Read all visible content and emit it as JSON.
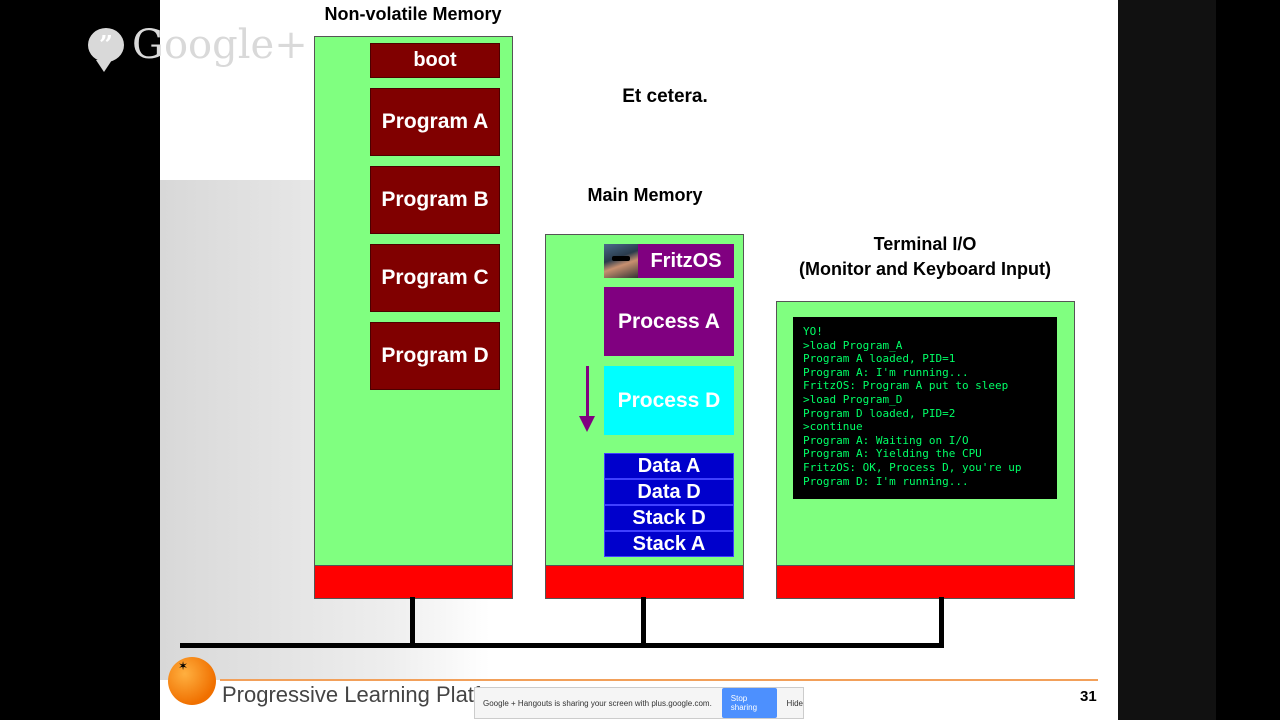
{
  "brand": {
    "logo_text": "Google+",
    "hangouts_glyph": "”"
  },
  "nonvolatile": {
    "title": "Non-volatile Memory",
    "blocks": [
      "boot",
      "Program A",
      "Program B",
      "Program C",
      "Program D"
    ]
  },
  "etcetera": "Et cetera.",
  "main_memory": {
    "title": "Main Memory",
    "os_label": "FritzOS",
    "process_a": "Process A",
    "process_d": "Process D",
    "data_stack": [
      "Data A",
      "Data D",
      "Stack D",
      "Stack A"
    ]
  },
  "terminal": {
    "title_line1": "Terminal I/O",
    "title_line2": "(Monitor and Keyboard Input)",
    "lines": [
      "YO!",
      ">load Program_A",
      "Program A loaded, PID=1",
      "Program A: I'm running...",
      "FritzOS: Program A put to sleep",
      ">load Program_D",
      "Program D loaded, PID=2",
      ">continue",
      "Program A: Waiting on I/O",
      "Program A: Yielding the CPU",
      "FritzOS: OK, Process D, you're up",
      "Program D: I'm running..."
    ]
  },
  "footer": {
    "brand_text": "Progressive Learning Platf",
    "page_number": "31"
  },
  "share_bar": {
    "message": "Google + Hangouts is sharing your screen with plus.google.com.",
    "stop_label": "Stop sharing",
    "hide_label": "Hide"
  },
  "colors": {
    "box_green": "#80ff80",
    "bus_red": "#ff0000",
    "program_maroon": "#800000",
    "process_purple": "#800080",
    "process_cyan": "#00ffff",
    "data_blue": "#0000cc",
    "terminal_text": "#00ff66"
  }
}
